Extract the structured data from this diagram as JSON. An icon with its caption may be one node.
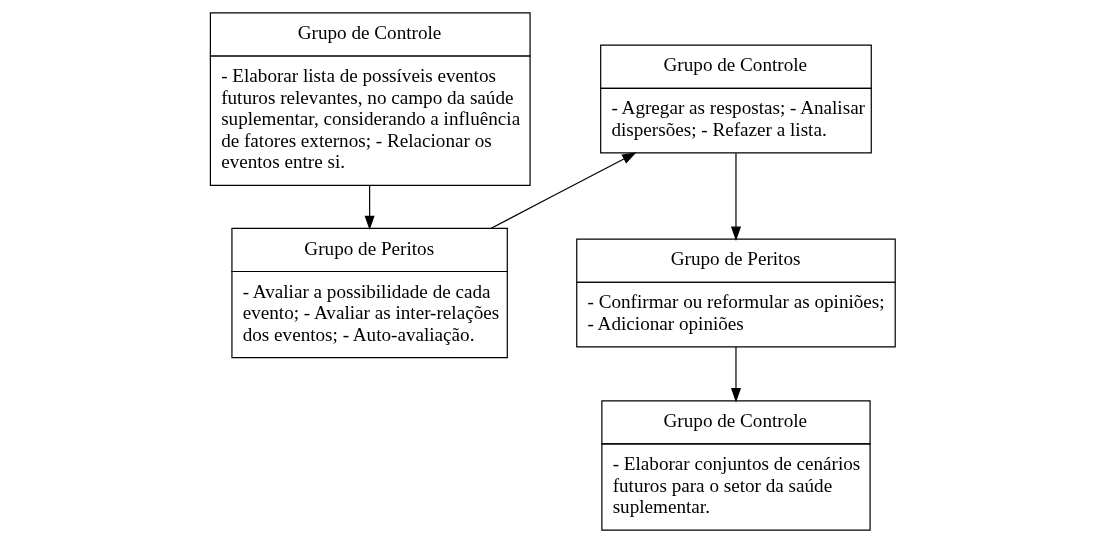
{
  "diagram": {
    "nodes": [
      {
        "text": [
          "Grupo de Controle",
          "- Elaborar lista de possíveis eventos futuros relevantes, no campo da saúde suplementar, considerando a influência de fatores externos; - Relacionar os eventos entre si."
        ]
      },
      {
        "text": [
          "Grupo de Peritos",
          "- Avaliar a possibilidade de cada evento; - Avaliar as inter-relações dos eventos; - Auto-avaliação."
        ]
      },
      {
        "text": [
          "Grupo de Controle",
          "- Agregar as respostas; - Analisar dispersões; - Refazer a lista."
        ]
      },
      {
        "text": [
          "Grupo de Peritos",
          "- Confirmar ou reformular as opiniões; - Adicionar opiniões"
        ]
      },
      {
        "text": [
          "Grupo de Controle",
          "- Elaborar conjuntos de cenários futuros para o setor da saúde suplementar."
        ]
      }
    ],
    "edges": [
      {
        "from": 0,
        "to": 1,
        "arrow": "to"
      },
      {
        "from": 1,
        "to": 2,
        "arrow": "to"
      },
      {
        "from": 2,
        "to": 3,
        "arrow": "to"
      },
      {
        "from": 3,
        "to": 4,
        "arrow": "to"
      }
    ]
  }
}
